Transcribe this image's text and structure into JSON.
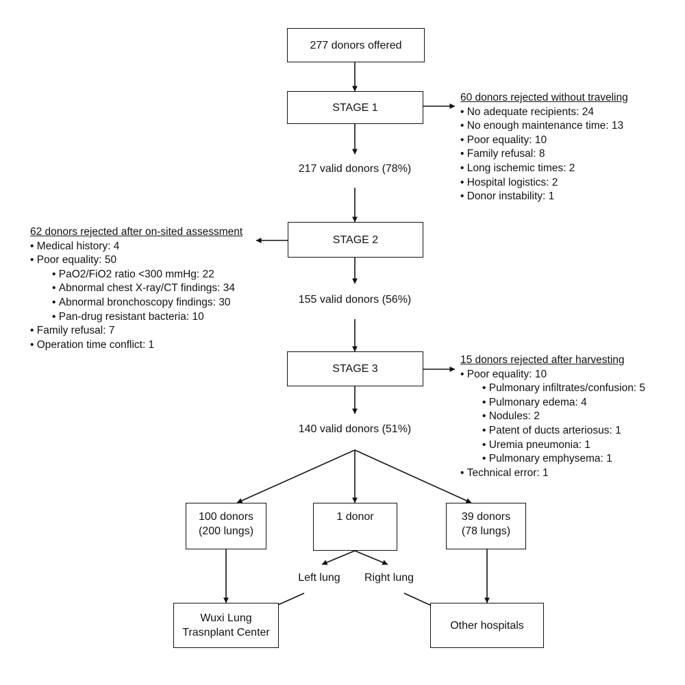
{
  "nodes": {
    "offered": "277 donors offered",
    "stage1": "STAGE 1",
    "valid1": "217 valid donors (78%)",
    "stage2": "STAGE 2",
    "valid2": "155 valid donors (56%)",
    "stage3": "STAGE 3",
    "valid3": "140 valid donors (51%)",
    "group_a_line1": "100 donors",
    "group_a_line2": "(200 lungs)",
    "group_b": "1 donor",
    "group_c_line1": "39 donors",
    "group_c_line2": "(78 lungs)",
    "left_lung": "Left lung",
    "right_lung": "Right lung",
    "wuxi_line1": "Wuxi Lung",
    "wuxi_line2": "Trasnplant Center",
    "other_hospitals": "Other hospitals"
  },
  "stage1_rejections": {
    "title": "60 donors rejected without traveling",
    "items": [
      "No adequate recipients: 24",
      "No enough maintenance time: 13",
      "Poor equality: 10",
      "Family refusal: 8",
      "Long ischemic times: 2",
      "Hospital logistics: 2",
      "Donor instability: 1"
    ]
  },
  "stage2_rejections": {
    "title": "62 donors rejected after on-sited assessment",
    "items": [
      "Medical history: 4",
      "Poor equality: 50"
    ],
    "poor_equality_subitems": [
      "PaO2/FiO2 ratio <300 mmHg: 22",
      "Abnormal chest X-ray/CT findings: 34",
      "Abnormal bronchoscopy findings: 30",
      "Pan-drug resistant bacteria: 10"
    ],
    "items_after": [
      "Family refusal: 7",
      "Operation time conflict: 1"
    ]
  },
  "stage3_rejections": {
    "title": "15 donors rejected after harvesting",
    "items": [
      "Poor equality: 10"
    ],
    "poor_equality_subitems": [
      "Pulmonary infiltrates/confusion: 5",
      "Pulmonary edema: 4",
      "Nodules: 2",
      "Patent of ducts arteriosus: 1",
      "Uremia pneumonia: 1",
      "Pulmonary emphysema: 1"
    ],
    "items_after": [
      "Technical error: 1"
    ]
  }
}
